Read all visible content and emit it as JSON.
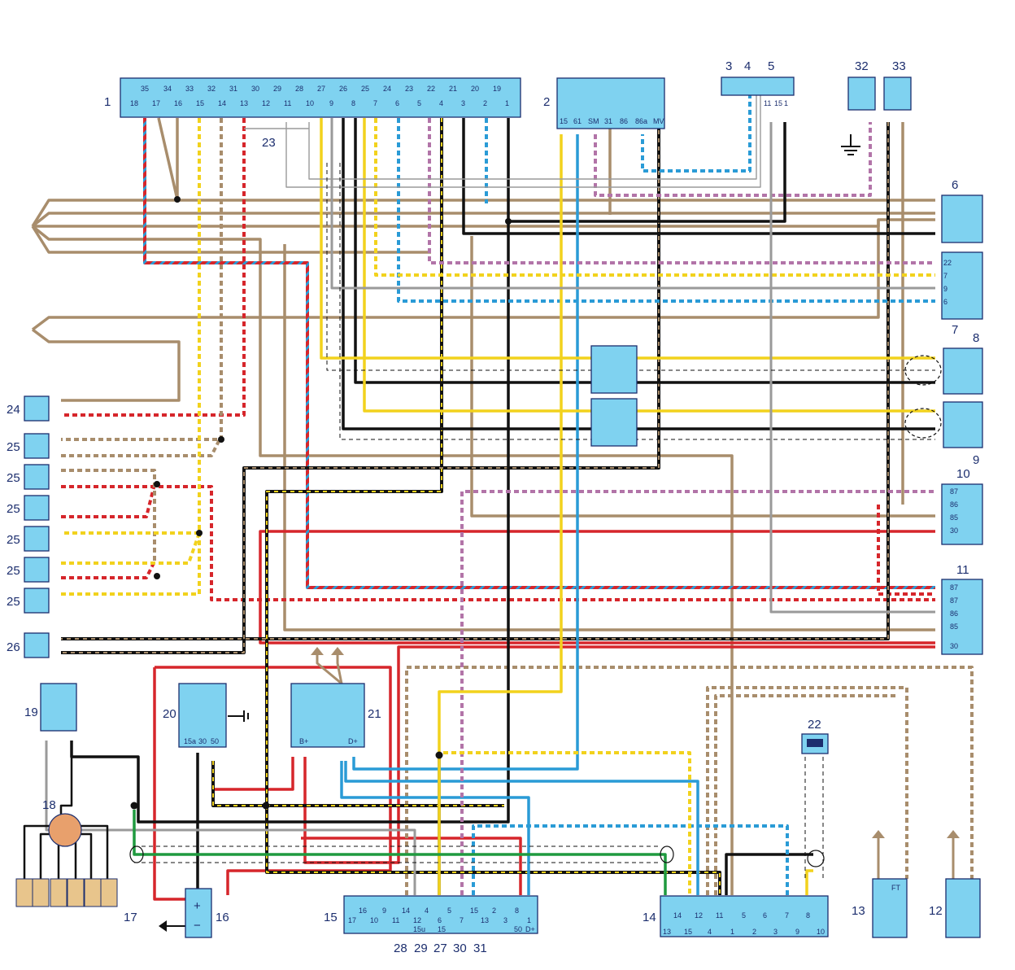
{
  "components": {
    "c1": {
      "label": "1"
    },
    "c2": {
      "label": "2"
    },
    "c3": {
      "label": "3"
    },
    "c4": {
      "label": "4"
    },
    "c5": {
      "label": "5"
    },
    "c6": {
      "label": "6"
    },
    "c7": {
      "label": "7"
    },
    "c8": {
      "label": "8"
    },
    "c9": {
      "label": "9"
    },
    "c10": {
      "label": "10"
    },
    "c11": {
      "label": "11"
    },
    "c12": {
      "label": "12"
    },
    "c13": {
      "label": "13"
    },
    "c14": {
      "label": "14"
    },
    "c15": {
      "label": "15"
    },
    "c16": {
      "label": "16"
    },
    "c17": {
      "label": "17"
    },
    "c18": {
      "label": "18"
    },
    "c19": {
      "label": "19"
    },
    "c20": {
      "label": "20"
    },
    "c21": {
      "label": "21"
    },
    "c22": {
      "label": "22"
    },
    "c23": {
      "label": "23"
    },
    "c24": {
      "label": "24"
    },
    "c25": {
      "label": "25"
    },
    "c26": {
      "label": "26"
    },
    "c27": {
      "label": "27"
    },
    "c28": {
      "label": "28"
    },
    "c29": {
      "label": "29"
    },
    "c30": {
      "label": "30"
    },
    "c31": {
      "label": "31"
    },
    "c32": {
      "label": "32"
    },
    "c33": {
      "label": "33"
    }
  },
  "connector1": {
    "top_pins": [
      "35",
      "34",
      "33",
      "32",
      "31",
      "30",
      "29",
      "28",
      "27",
      "26",
      "25",
      "24",
      "23",
      "22",
      "21",
      "20",
      "19"
    ],
    "bottom_pins": [
      "18",
      "17",
      "16",
      "15",
      "14",
      "13",
      "12",
      "11",
      "10",
      "9",
      "8",
      "7",
      "6",
      "5",
      "4",
      "3",
      "2",
      "1"
    ]
  },
  "connector2": {
    "pins": [
      "15",
      "61",
      "SM",
      "31",
      "86",
      "86a",
      "MV"
    ]
  },
  "connector5": {
    "pins": [
      "11",
      "15",
      "1"
    ]
  },
  "block7": {
    "pins": [
      "22",
      "7",
      "9",
      "6"
    ]
  },
  "relay10": {
    "pins": [
      "87",
      "86",
      "85",
      "30"
    ]
  },
  "relay11": {
    "pins": [
      "87",
      "87",
      "86",
      "85",
      "30"
    ]
  },
  "regulator20": {
    "pins": [
      "15a",
      "30",
      "50"
    ]
  },
  "generator21": {
    "pins": [
      "B+",
      "D+"
    ]
  },
  "connector15": {
    "upper_pins": [
      "17",
      "16",
      "10",
      "9",
      "11",
      "14",
      "12",
      "4",
      "5",
      "6",
      "13",
      "15",
      "7",
      "2",
      "3",
      "8",
      "1"
    ],
    "lower_pins": [
      "15u",
      "15",
      "50",
      "D+"
    ]
  },
  "connector14": {
    "pins": [
      "13",
      "14",
      "15",
      "12",
      "4",
      "11",
      "1",
      "5",
      "2",
      "6",
      "3",
      "7",
      "9",
      "8",
      "10"
    ]
  },
  "sensor13": {
    "pin": "FT"
  },
  "battery16": {
    "plus": "+",
    "minus": "−"
  },
  "colors": {
    "box": "#7fd2f0",
    "label": "#1c2e6e",
    "brown": "#a88d6c",
    "red": "#d6262b",
    "blue": "#2a9bd6",
    "yellow": "#f2d21d",
    "black": "#111111",
    "grey": "#9a9a9a",
    "green": "#1f9a3f",
    "violet": "#b274a8"
  }
}
